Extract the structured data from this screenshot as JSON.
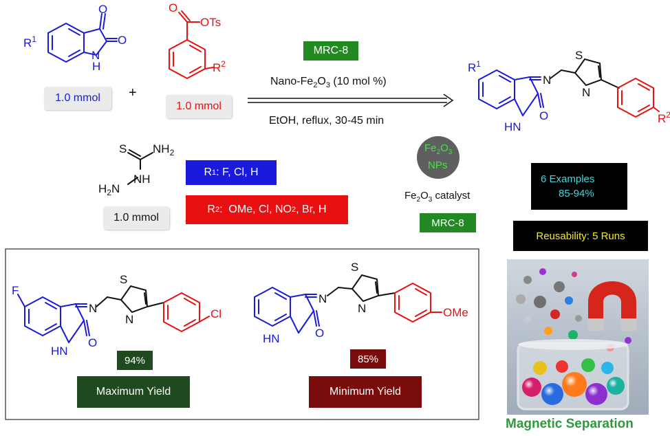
{
  "reactants": {
    "isatin": {
      "substituent": "R1",
      "amount": "1.0 mmol",
      "atom_o": "O",
      "atom_n": "N",
      "atom_h": "H"
    },
    "ester": {
      "group": "OTs",
      "substituent": "R2",
      "amount": "1.0 mmol",
      "atom_o": "O"
    },
    "thiosemicarbazide": {
      "atom_s": "S",
      "nh2": "NH2",
      "h2n": "H2N",
      "nh": "NH",
      "amount": "1.0 mmol"
    },
    "plus": "+"
  },
  "substituents": {
    "r1_label": "R1: F, Cl, H",
    "r2_label": "R2:  OMe, Cl, NO2, Br, H"
  },
  "conditions": {
    "catalyst_badge": "MRC-8",
    "catalyst": "Nano-Fe2O3 (10 mol %)",
    "solvent": "EtOH, reflux, 30-45  min"
  },
  "catalyst_info": {
    "sphere_line1": "Fe2O3",
    "sphere_line2": "NPs",
    "caption": "Fe2O3 catalyst",
    "badge": "MRC-8"
  },
  "product": {
    "substituent1": "R1",
    "substituent2": "R2",
    "atom_s": "S",
    "atom_n": "N",
    "atom_nh": "HN",
    "atom_o": "O"
  },
  "stats": {
    "examples_line1": "6 Examples",
    "examples_line2": "85-94%",
    "reusability": "Reusability: 5 Runs"
  },
  "examples_panel": {
    "max": {
      "yield": "94%",
      "label": "Maximum Yield",
      "substituent_left": "F",
      "substituent_right": "Cl"
    },
    "min": {
      "yield": "85%",
      "label": "Minimum Yield",
      "substituent_right": "OMe"
    }
  },
  "magnet_caption": "Magnetic Separation",
  "colors": {
    "blue": "#1a1adc",
    "red": "#e81010",
    "black": "#111111",
    "green_badge": "#238a23",
    "dark_green": "#1f4a1f",
    "dark_red": "#7b0c0c",
    "cyan": "#3fd7e0",
    "yellow": "#f2ec2a",
    "caption_green": "#2f9a3a"
  }
}
